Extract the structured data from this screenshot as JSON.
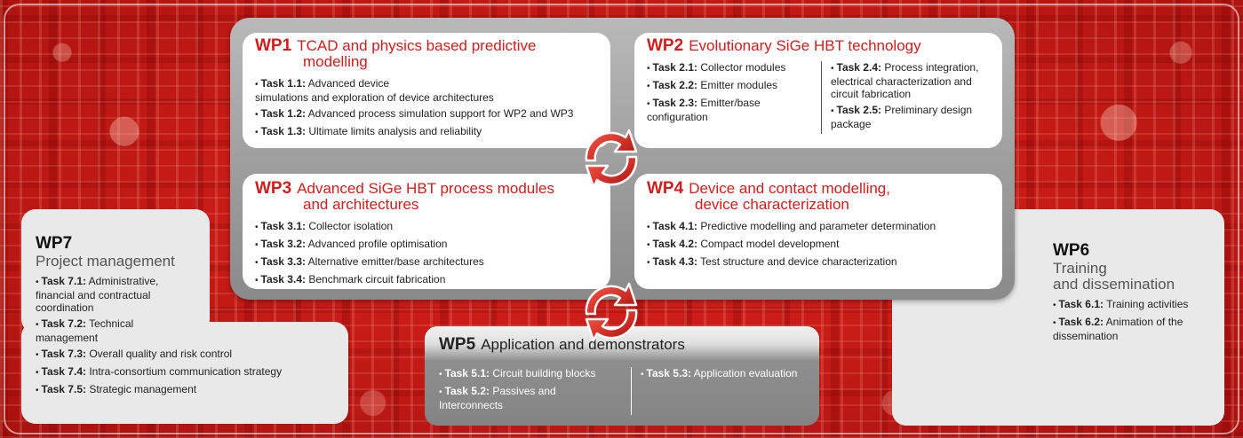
{
  "wp1": {
    "id": "WP1",
    "title_line1": "TCAD and physics based predictive",
    "title_line2": "modelling",
    "tasks": [
      {
        "num": "Task 1.1:",
        "text": "Advanced device",
        "text2": "simulations and exploration of device architectures"
      },
      {
        "num": "Task 1.2:",
        "text": "Advanced process simulation support for WP2 and WP3"
      },
      {
        "num": "Task 1.3:",
        "text": "Ultimate limits analysis and reliability"
      }
    ]
  },
  "wp2": {
    "id": "WP2",
    "title": "Evolutionary SiGe HBT technology",
    "left_tasks": [
      {
        "num": "Task 2.1:",
        "text": "Collector modules"
      },
      {
        "num": "Task 2.2:",
        "text": "Emitter modules"
      },
      {
        "num": "Task 2.3:",
        "text": "Emitter/base configuration"
      }
    ],
    "right_tasks": [
      {
        "num": "Task 2.4:",
        "text": "Process integration, electrical characterization and circuit fabrication"
      },
      {
        "num": "Task 2.5:",
        "text": "Preliminary design package"
      }
    ]
  },
  "wp3": {
    "id": "WP3",
    "title_line1": "Advanced SiGe HBT process modules",
    "title_line2": "and architectures",
    "tasks": [
      {
        "num": "Task 3.1:",
        "text": "Collector isolation"
      },
      {
        "num": "Task 3.2:",
        "text": "Advanced profile optimisation"
      },
      {
        "num": "Task 3.3:",
        "text": "Alternative emitter/base architectures"
      },
      {
        "num": "Task 3.4:",
        "text": "Benchmark circuit fabrication"
      }
    ]
  },
  "wp4": {
    "id": "WP4",
    "title_line1": "Device and contact modelling,",
    "title_line2": "device characterization",
    "tasks": [
      {
        "num": "Task 4.1:",
        "text": "Predictive modelling and parameter determination"
      },
      {
        "num": "Task 4.2:",
        "text": "Compact model development"
      },
      {
        "num": "Task 4.3:",
        "text": "Test structure and device characterization"
      }
    ]
  },
  "wp5": {
    "id": "WP5",
    "title": "Application and demonstrators",
    "left_tasks": [
      {
        "num": "Task 5.1:",
        "text": "Circuit building blocks"
      },
      {
        "num": "Task 5.2:",
        "text": "Passives and Interconnects"
      }
    ],
    "right_tasks": [
      {
        "num": "Task 5.3:",
        "text": "Application evaluation"
      }
    ]
  },
  "wp6": {
    "id": "WP6",
    "title_line1": "Training",
    "title_line2": "and dissemination",
    "tasks": [
      {
        "num": "Task 6.1:",
        "text": "Training activities"
      },
      {
        "num": "Task 6.2:",
        "text": "Animation of the dissemination"
      }
    ]
  },
  "wp7": {
    "id": "WP7",
    "title": "Project management",
    "tasks": [
      {
        "num": "Task 7.1:",
        "text": "Administrative, financial and contractual coordination"
      },
      {
        "num": "Task 7.2:",
        "text": "Technical management"
      },
      {
        "num": "Task 7.3:",
        "text": "Overall quality and risk control"
      },
      {
        "num": "Task 7.4:",
        "text": "Intra-consortium communication strategy"
      },
      {
        "num": "Task 7.5:",
        "text": "Strategic management"
      }
    ]
  },
  "colors": {
    "accent_red": "#d01e1e",
    "arrow_red": "#c4201c"
  }
}
